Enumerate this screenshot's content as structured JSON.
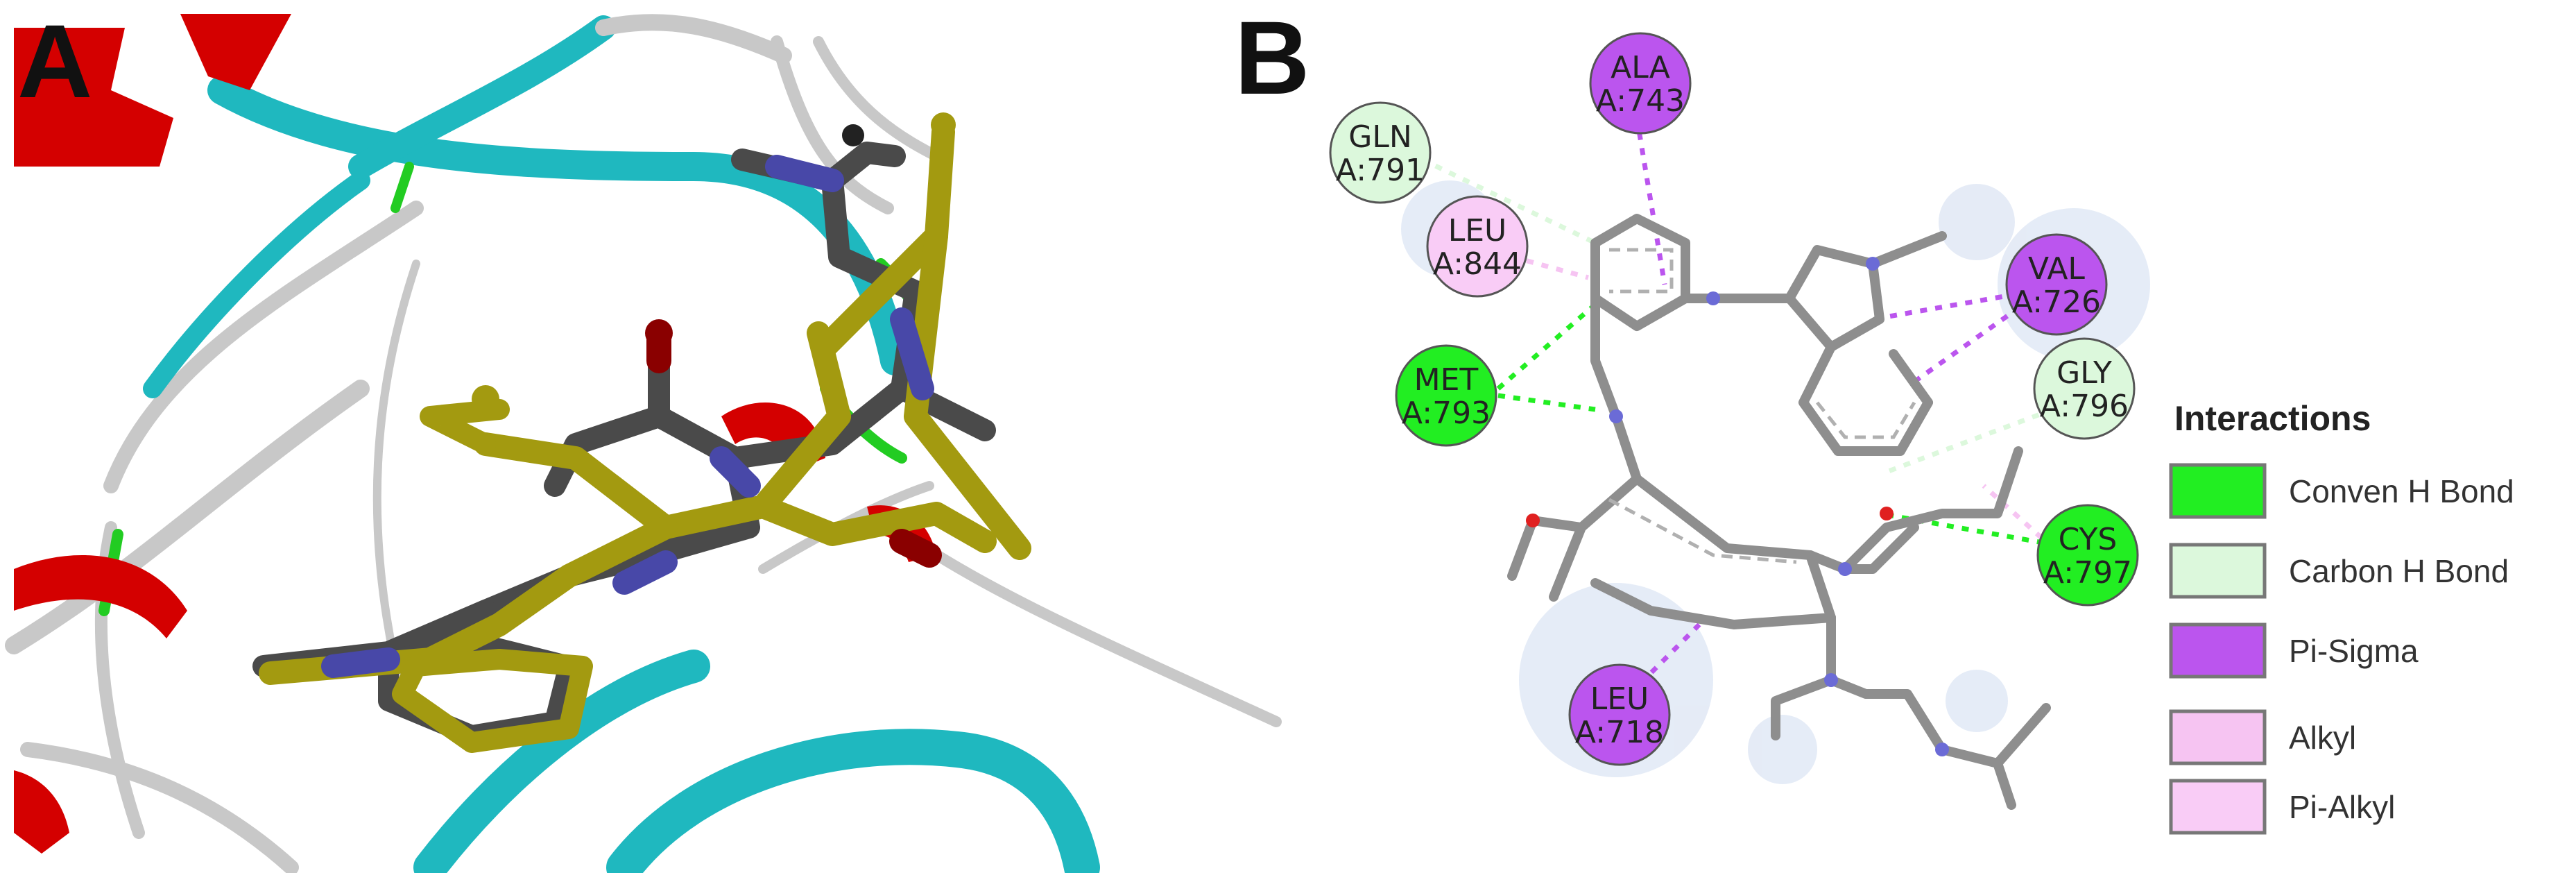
{
  "panels": {
    "a_label": "A",
    "b_label": "B"
  },
  "residues": [
    {
      "id": "gln791",
      "name": "GLN",
      "pos": "A:791",
      "type": "carbon_h_bond"
    },
    {
      "id": "ala743",
      "name": "ALA",
      "pos": "A:743",
      "type": "pi_sigma"
    },
    {
      "id": "leu844",
      "name": "LEU",
      "pos": "A:844",
      "type": "pi_alkyl"
    },
    {
      "id": "met793",
      "name": "MET",
      "pos": "A:793",
      "type": "conven_h_bond"
    },
    {
      "id": "val726",
      "name": "VAL",
      "pos": "A:726",
      "type": "pi_sigma"
    },
    {
      "id": "gly796",
      "name": "GLY",
      "pos": "A:796",
      "type": "carbon_h_bond"
    },
    {
      "id": "cys797",
      "name": "CYS",
      "pos": "A:797",
      "type": "conven_h_bond"
    },
    {
      "id": "leu718",
      "name": "LEU",
      "pos": "A:718",
      "type": "pi_sigma"
    }
  ],
  "legend": {
    "title": "Interactions",
    "items": [
      {
        "label": "Conven H Bond",
        "color": "#22ee22"
      },
      {
        "label": "Carbon H Bond",
        "color": "#dcf8dc"
      },
      {
        "label": "Pi-Sigma",
        "color": "#bb55ee"
      },
      {
        "label": "Alkyl",
        "color": "#f6c4f2"
      },
      {
        "label": "Pi-Alkyl",
        "color": "#f9ccf6"
      }
    ]
  },
  "colors": {
    "helix": "#d40000",
    "coil_cyan": "#1fb8bf",
    "coil_gray": "#c8c8c8",
    "ligand_gray": "#5a5a5a",
    "ligand_yellow": "#a39a10",
    "nitrogen": "#5a5ab0",
    "oxygen": "#8a0000"
  }
}
